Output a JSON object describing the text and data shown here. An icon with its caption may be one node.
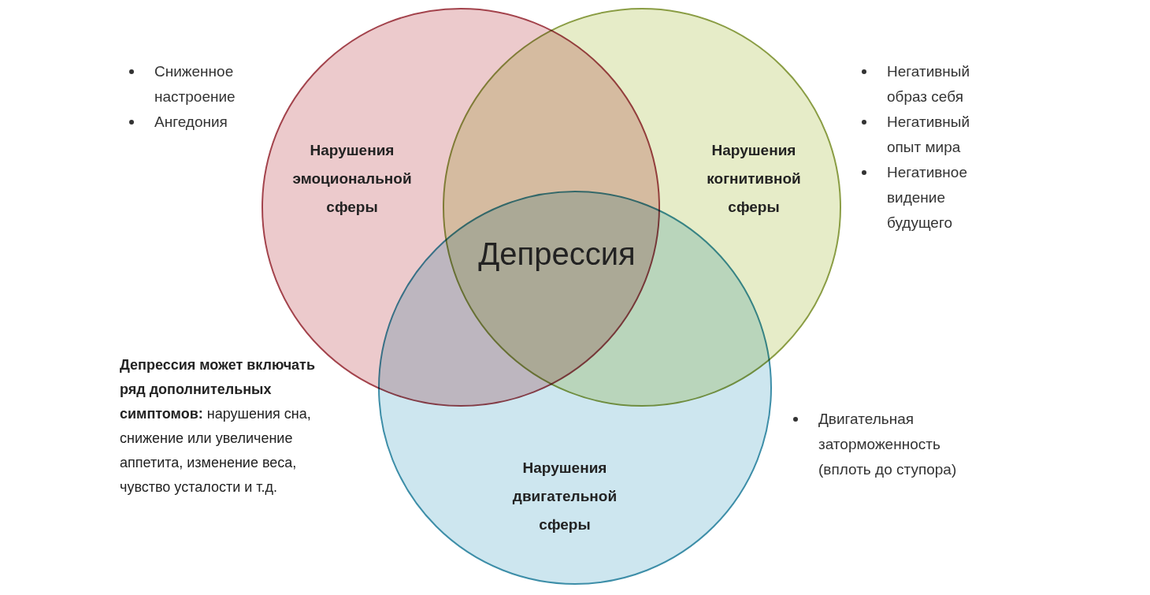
{
  "diagram": {
    "nodes": [
      {
        "text": [
          "Нарушения эмоциональной сферы"
        ],
        "beside": [
          "Сниженное настроение",
          "Ангедония"
        ]
      },
      {
        "text": [
          "Нарушения когнитивной сферы"
        ],
        "beside": [
          "Негативный образ себя",
          "Негативный опыт мира",
          "Негативное видение будущего"
        ]
      },
      {
        "text": [
          "Нарушения двигательной сферы"
        ]
      }
    ],
    "edges": [],
    "labels": [
      "Депрессия",
      "**Депрессия может включать ряд дополнительных симптомов:** нарушения сна, снижение или увеличение аппетита, изменение веса, чувство усталости и т.д.",
      "Двигательная заторможенность (вплоть до ступора)"
    ]
  }
}
